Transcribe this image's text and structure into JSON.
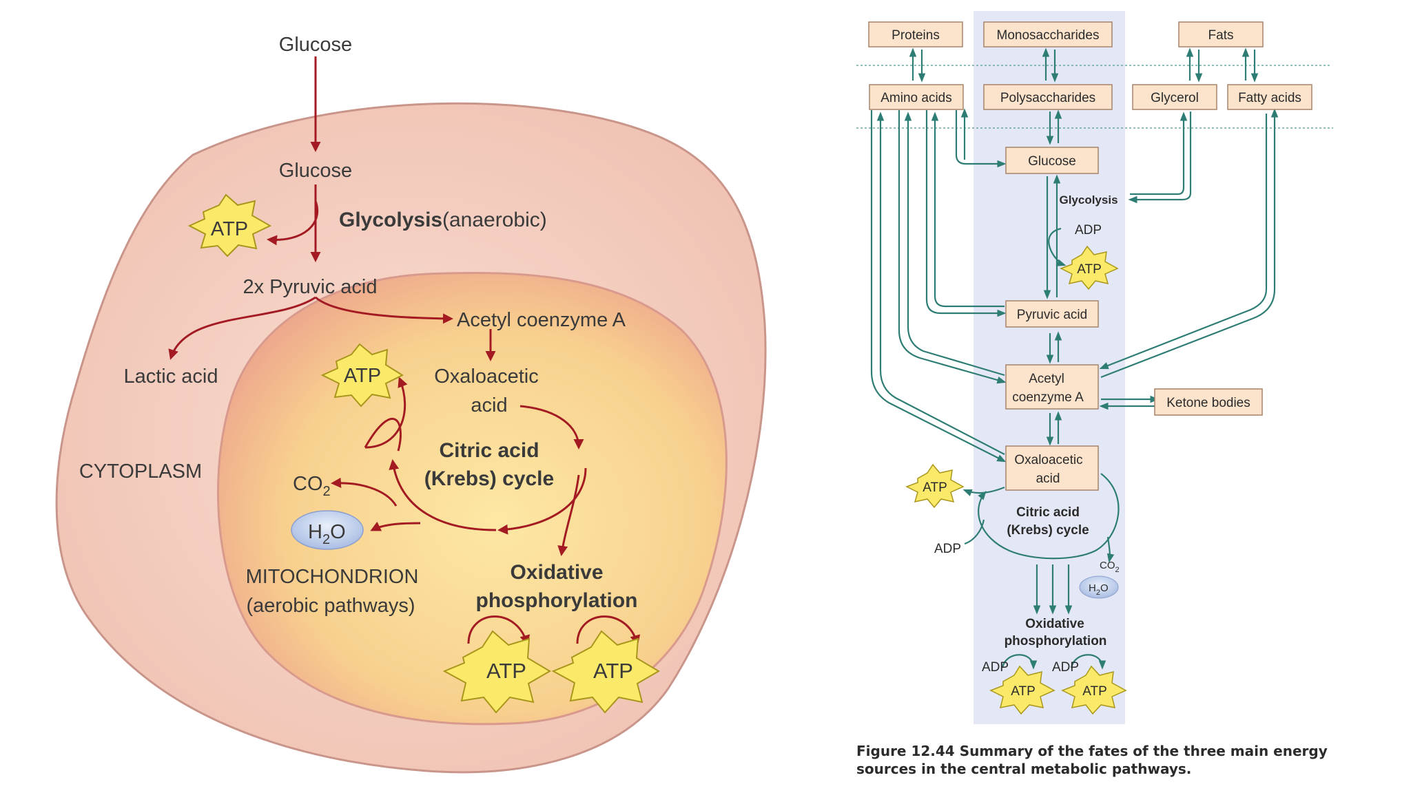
{
  "left": {
    "glucose_top": "Glucose",
    "glucose_inner": "Glucose",
    "glycolysis": "Glycolysis",
    "anaerobic": "(anaerobic)",
    "atp": "ATP",
    "pyruvic": "2x Pyruvic acid",
    "acetyl": "Acetyl coenzyme A",
    "lactic": "Lactic acid",
    "oxaloacetic_1": "Oxaloacetic",
    "oxaloacetic_2": "acid",
    "citric_1": "Citric acid",
    "citric_2": "(Krebs) cycle",
    "cytoplasm": "CYTOPLASM",
    "co2": "CO",
    "co2_sub": "2",
    "h2o_h": "H",
    "h2o_sub": "2",
    "h2o_o": "O",
    "mitochondrion_1": "MITOCHONDRION",
    "mitochondrion_2": "(aerobic pathways)",
    "oxphos_1": "Oxidative",
    "oxphos_2": "phosphorylation"
  },
  "right": {
    "proteins": "Proteins",
    "monosaccharides": "Monosaccharides",
    "fats": "Fats",
    "amino_acids": "Amino acids",
    "polysaccharides": "Polysaccharides",
    "glycerol": "Glycerol",
    "fatty_acids": "Fatty acids",
    "glucose": "Glucose",
    "glycolysis": "Glycolysis",
    "adp": "ADP",
    "atp": "ATP",
    "pyruvic": "Pyruvic acid",
    "acetyl_1": "Acetyl",
    "acetyl_2": "coenzyme A",
    "ketone": "Ketone bodies",
    "oxaloacetic_1": "Oxaloacetic",
    "oxaloacetic_2": "acid",
    "citric_1": "Citric acid",
    "citric_2": "(Krebs) cycle",
    "co2": "CO",
    "co2_sub": "2",
    "h2o_h": "H",
    "h2o_sub": "2",
    "h2o_o": "O",
    "oxphos_1": "Oxidative",
    "oxphos_2": "phosphorylation"
  },
  "caption": {
    "fig_number": "Figure 12.44",
    "text": "Summary of the fates of the three main energy sources in the central metabolic pathways."
  },
  "colors": {
    "red_arrow": "#a31a23",
    "teal_arrow": "#2e7d74",
    "atp_fill": "#fbe96a",
    "box_fill": "#fce3cc",
    "band": "#e4e8f6"
  }
}
